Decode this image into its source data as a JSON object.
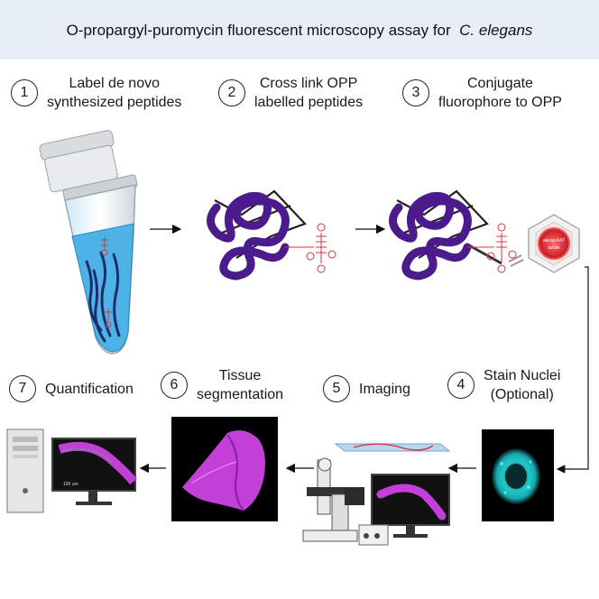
{
  "header": {
    "title_prefix": "O-propargyl-puromycin fluorescent microscopy assay for",
    "title_species": "C. elegans"
  },
  "steps": [
    {
      "num": "1",
      "line1": "Label de novo",
      "line2": "synthesized peptides"
    },
    {
      "num": "2",
      "line1": "Cross link OPP",
      "line2": "labelled peptides"
    },
    {
      "num": "3",
      "line1": "Conjugate",
      "line2": "fluorophore to OPP"
    },
    {
      "num": "4",
      "line1": "Stain Nuclei",
      "line2": "(Optional)"
    },
    {
      "num": "5",
      "line1": "Imaging",
      "line2": ""
    },
    {
      "num": "6",
      "line1": "Tissue",
      "line2": "segmentation"
    },
    {
      "num": "7",
      "line1": "Quantification",
      "line2": ""
    }
  ],
  "fluorophore": {
    "line1": "alexa-647",
    "line2": "azide"
  },
  "monitor_scale": "100 um",
  "colors": {
    "banner": "#e8eef8",
    "protein": "#4b1a8c",
    "opp_marker": "#d9333f",
    "tube_liquid": "#4db2e6",
    "nucleus": "#1fc8c8",
    "tissue": "#c23fd8"
  }
}
